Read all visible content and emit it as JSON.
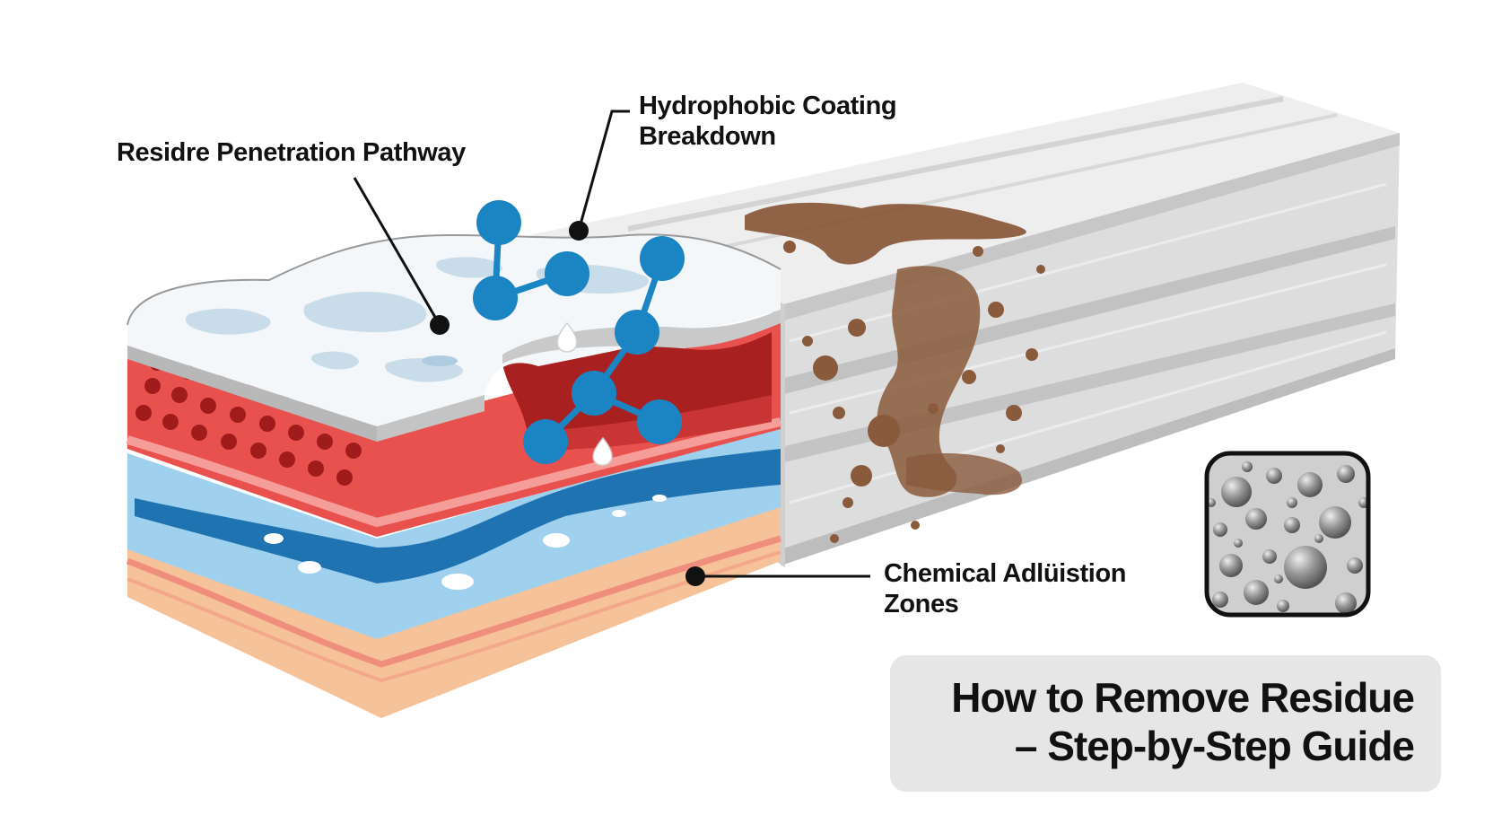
{
  "labels": {
    "penetration": {
      "text": "Residre Penetration Pathway"
    },
    "coating": {
      "line1": "Hydrophobic Coating",
      "line2": "Breakdown"
    },
    "adhesion": {
      "line1": "Chemical Adlüistion",
      "line2": "Zones"
    }
  },
  "title": {
    "line1": "How to Remove Residue",
    "line2": "– Step-by-Step Guide"
  },
  "colors": {
    "top_coating": "#f4f7fa",
    "coating_patches": "#c9dcea",
    "red_layer": "#e9514e",
    "red_dark": "#a8201f",
    "blue_layer": "#1f73b0",
    "light_blue": "#8fc9ea",
    "sand_layer": "#f4b98c",
    "metal_surface": "#e4e4e4",
    "residue_stain": "#8a5a3c",
    "molecule": "#1a85c2",
    "title_box": "#e6e6e6"
  },
  "icons": [
    "molecule-icon",
    "residue-stain",
    "foam-texture-inset"
  ]
}
